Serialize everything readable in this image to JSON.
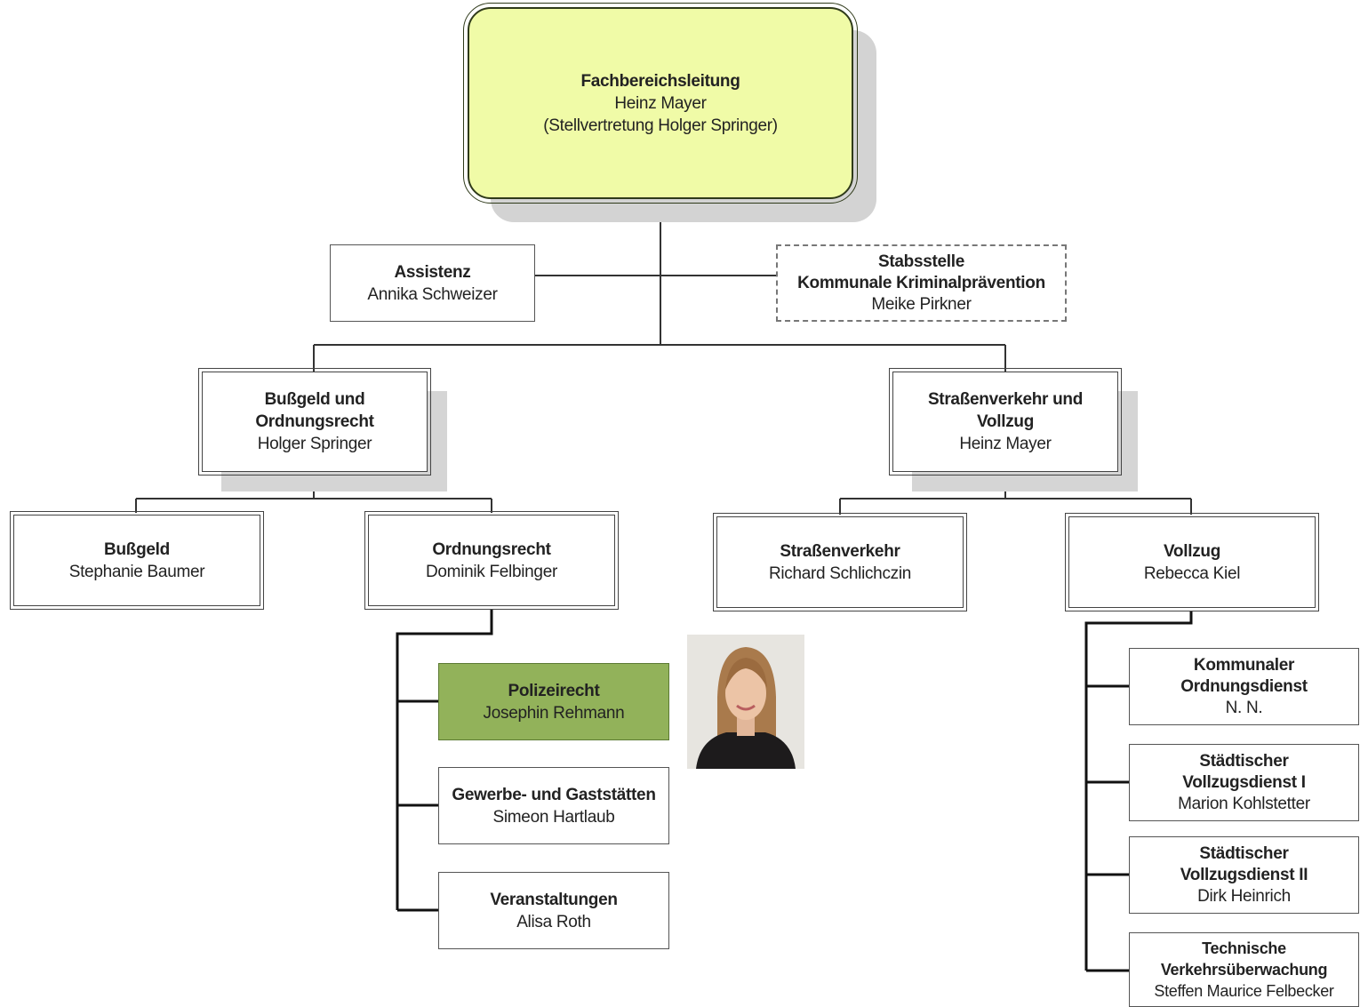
{
  "nodes": {
    "root": {
      "title": "Fachbereichsleitung",
      "person": "Heinz Mayer",
      "note": "(Stellvertretung Holger Springer)"
    },
    "assistenz": {
      "title": "Assistenz",
      "person": "Annika Schweizer"
    },
    "stabsstelle": {
      "title1": "Stabsstelle",
      "title2": "Kommunale Kriminalprävention",
      "person": "Meike Pirkner"
    },
    "bussgeld_ordnung": {
      "title1": "Bußgeld und",
      "title2": "Ordnungsrecht",
      "person": "Holger Springer"
    },
    "strassen_vollzug": {
      "title1": "Straßenverkehr und",
      "title2": "Vollzug",
      "person": "Heinz Mayer"
    },
    "bussgeld": {
      "title": "Bußgeld",
      "person": "Stephanie Baumer"
    },
    "ordnungsrecht": {
      "title": "Ordnungsrecht",
      "person": "Dominik Felbinger"
    },
    "strassenverkehr": {
      "title": "Straßenverkehr",
      "person": "Richard Schlichczin"
    },
    "vollzug": {
      "title": "Vollzug",
      "person": "Rebecca Kiel"
    },
    "polizeirecht": {
      "title": "Polizeirecht",
      "person": "Josephin Rehmann"
    },
    "gewerbe": {
      "title": "Gewerbe- und Gaststätten",
      "person": "Simeon Hartlaub"
    },
    "veranstaltungen": {
      "title": "Veranstaltungen",
      "person": "Alisa Roth"
    },
    "kod": {
      "title1": "Kommunaler",
      "title2": "Ordnungsdienst",
      "person": "N. N."
    },
    "svd1": {
      "title1": "Städtischer",
      "title2": "Vollzugsdienst I",
      "person": "Marion Kohlstetter"
    },
    "svd2": {
      "title1": "Städtischer",
      "title2": "Vollzugsdienst II",
      "person": "Dirk Heinrich"
    },
    "tvu": {
      "title1": "Technische",
      "title2": "Verkehrsüberwachung",
      "person": "Steffen Maurice Felbecker"
    }
  }
}
